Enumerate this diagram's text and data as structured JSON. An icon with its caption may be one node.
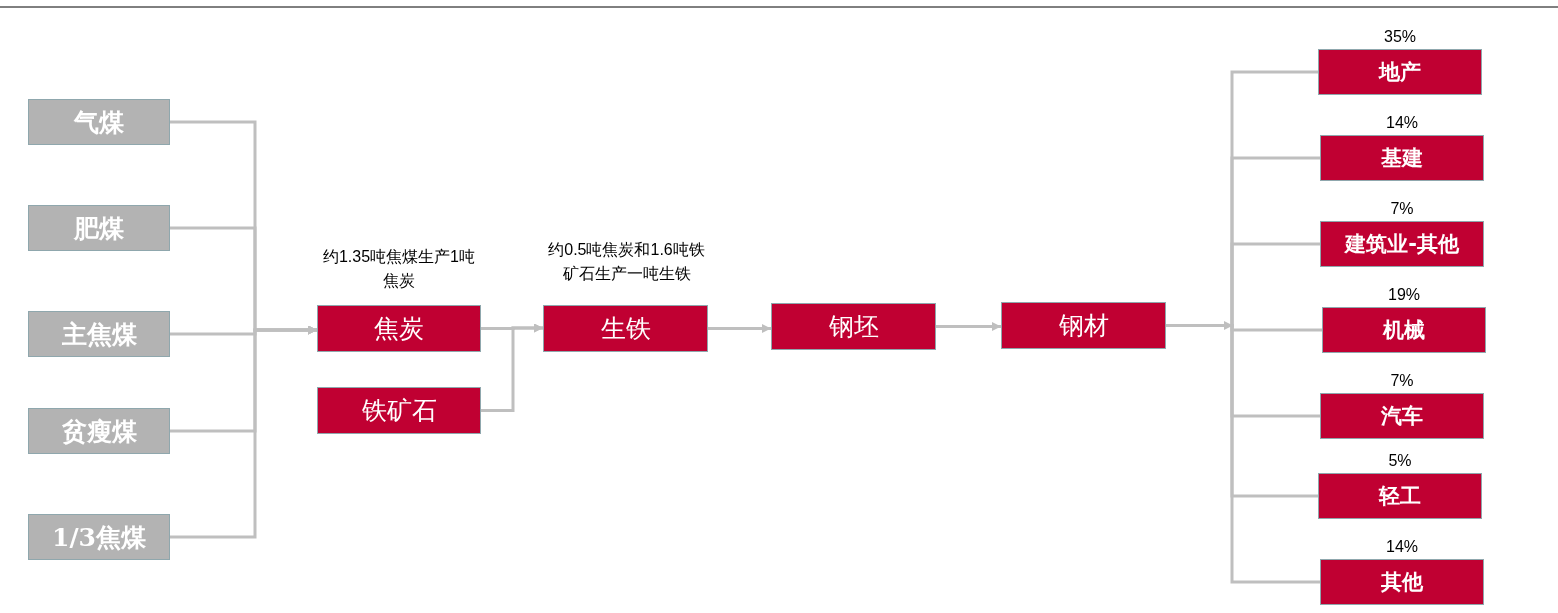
{
  "diagram": {
    "nodes": [
      {
        "text": [
          "气煤"
        ]
      },
      {
        "text": [
          "肥煤"
        ]
      },
      {
        "text": [
          "主焦煤"
        ]
      },
      {
        "text": [
          "贫瘦煤"
        ]
      },
      {
        "text": [
          "1/3焦煤"
        ]
      },
      {
        "text": [
          "焦炭"
        ],
        "beside": [
          "约1.35吨焦煤生产1吨焦炭"
        ]
      },
      {
        "text": [
          "铁矿石"
        ]
      },
      {
        "text": [
          "生铁"
        ],
        "beside": [
          "约0.5吨焦炭和1.6吨铁矿石生产一吨生铁"
        ]
      },
      {
        "text": [
          "钢坯"
        ]
      },
      {
        "text": [
          "钢材"
        ]
      },
      {
        "text": [
          "地产"
        ],
        "beside": [
          "35%"
        ]
      },
      {
        "text": [
          "基建"
        ],
        "beside": [
          "14%"
        ]
      },
      {
        "text": [
          "建筑业-其他"
        ],
        "beside": [
          "7%"
        ]
      },
      {
        "text": [
          "机械"
        ],
        "beside": [
          "19%"
        ]
      },
      {
        "text": [
          "汽车"
        ],
        "beside": [
          "7%"
        ]
      },
      {
        "text": [
          "轻工"
        ],
        "beside": [
          "5%"
        ]
      },
      {
        "text": [
          "其他"
        ],
        "beside": [
          "14%"
        ]
      }
    ],
    "edges": [
      {
        "from": 0,
        "to": 5,
        "arrow": "to"
      },
      {
        "from": 1,
        "to": 5,
        "arrow": "to"
      },
      {
        "from": 2,
        "to": 5,
        "arrow": "to"
      },
      {
        "from": 3,
        "to": 5,
        "arrow": "to"
      },
      {
        "from": 4,
        "to": 5,
        "arrow": "to"
      },
      {
        "from": 5,
        "to": 7,
        "arrow": "to"
      },
      {
        "from": 6,
        "to": 7,
        "arrow": "to"
      },
      {
        "from": 7,
        "to": 8,
        "arrow": "to"
      },
      {
        "from": 8,
        "to": 9,
        "arrow": "to"
      },
      {
        "from": 9,
        "to": 10,
        "arrow": "none"
      },
      {
        "from": 9,
        "to": 11,
        "arrow": "none"
      },
      {
        "from": 9,
        "to": 12,
        "arrow": "none"
      },
      {
        "from": 9,
        "to": 13,
        "arrow": "none"
      },
      {
        "from": 9,
        "to": 14,
        "arrow": "none"
      },
      {
        "from": 9,
        "to": 15,
        "arrow": "none"
      },
      {
        "from": 9,
        "to": 16,
        "arrow": "none"
      },
      {
        "from": 9,
        "to": null,
        "arrow": "to"
      }
    ]
  }
}
